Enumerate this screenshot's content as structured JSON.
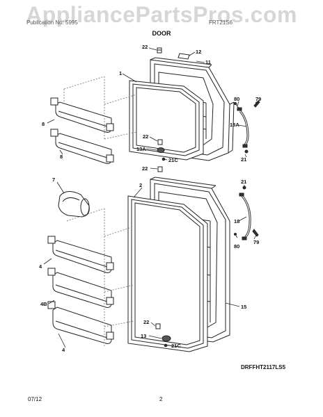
{
  "watermark": "AppliancePartsPros.com",
  "header": {
    "left": "Publication No: 5995",
    "mid": "FRT21S6"
  },
  "title": "DOOR",
  "model_code": "DRFFHT2117LS5",
  "footer": {
    "date": "07/12",
    "page": "2"
  },
  "callouts": {
    "c22a": "22",
    "c12": "12",
    "c11": "11",
    "c1": "1",
    "c80a": "80",
    "c79a": "79",
    "c18a": "18A",
    "c8a": "8",
    "c8b": "8",
    "c22b": "22",
    "c13a": "13A",
    "c21ca": "21C",
    "c21a": "21",
    "c22c": "22",
    "c7": "7",
    "c2": "2",
    "c21b": "21",
    "c18": "18",
    "c80b": "80",
    "c79b": "79",
    "c4a": "4",
    "c4b": "4B",
    "c4c": "4",
    "c15": "15",
    "c22d": "22",
    "c13": "13",
    "c21cb": "21C"
  }
}
